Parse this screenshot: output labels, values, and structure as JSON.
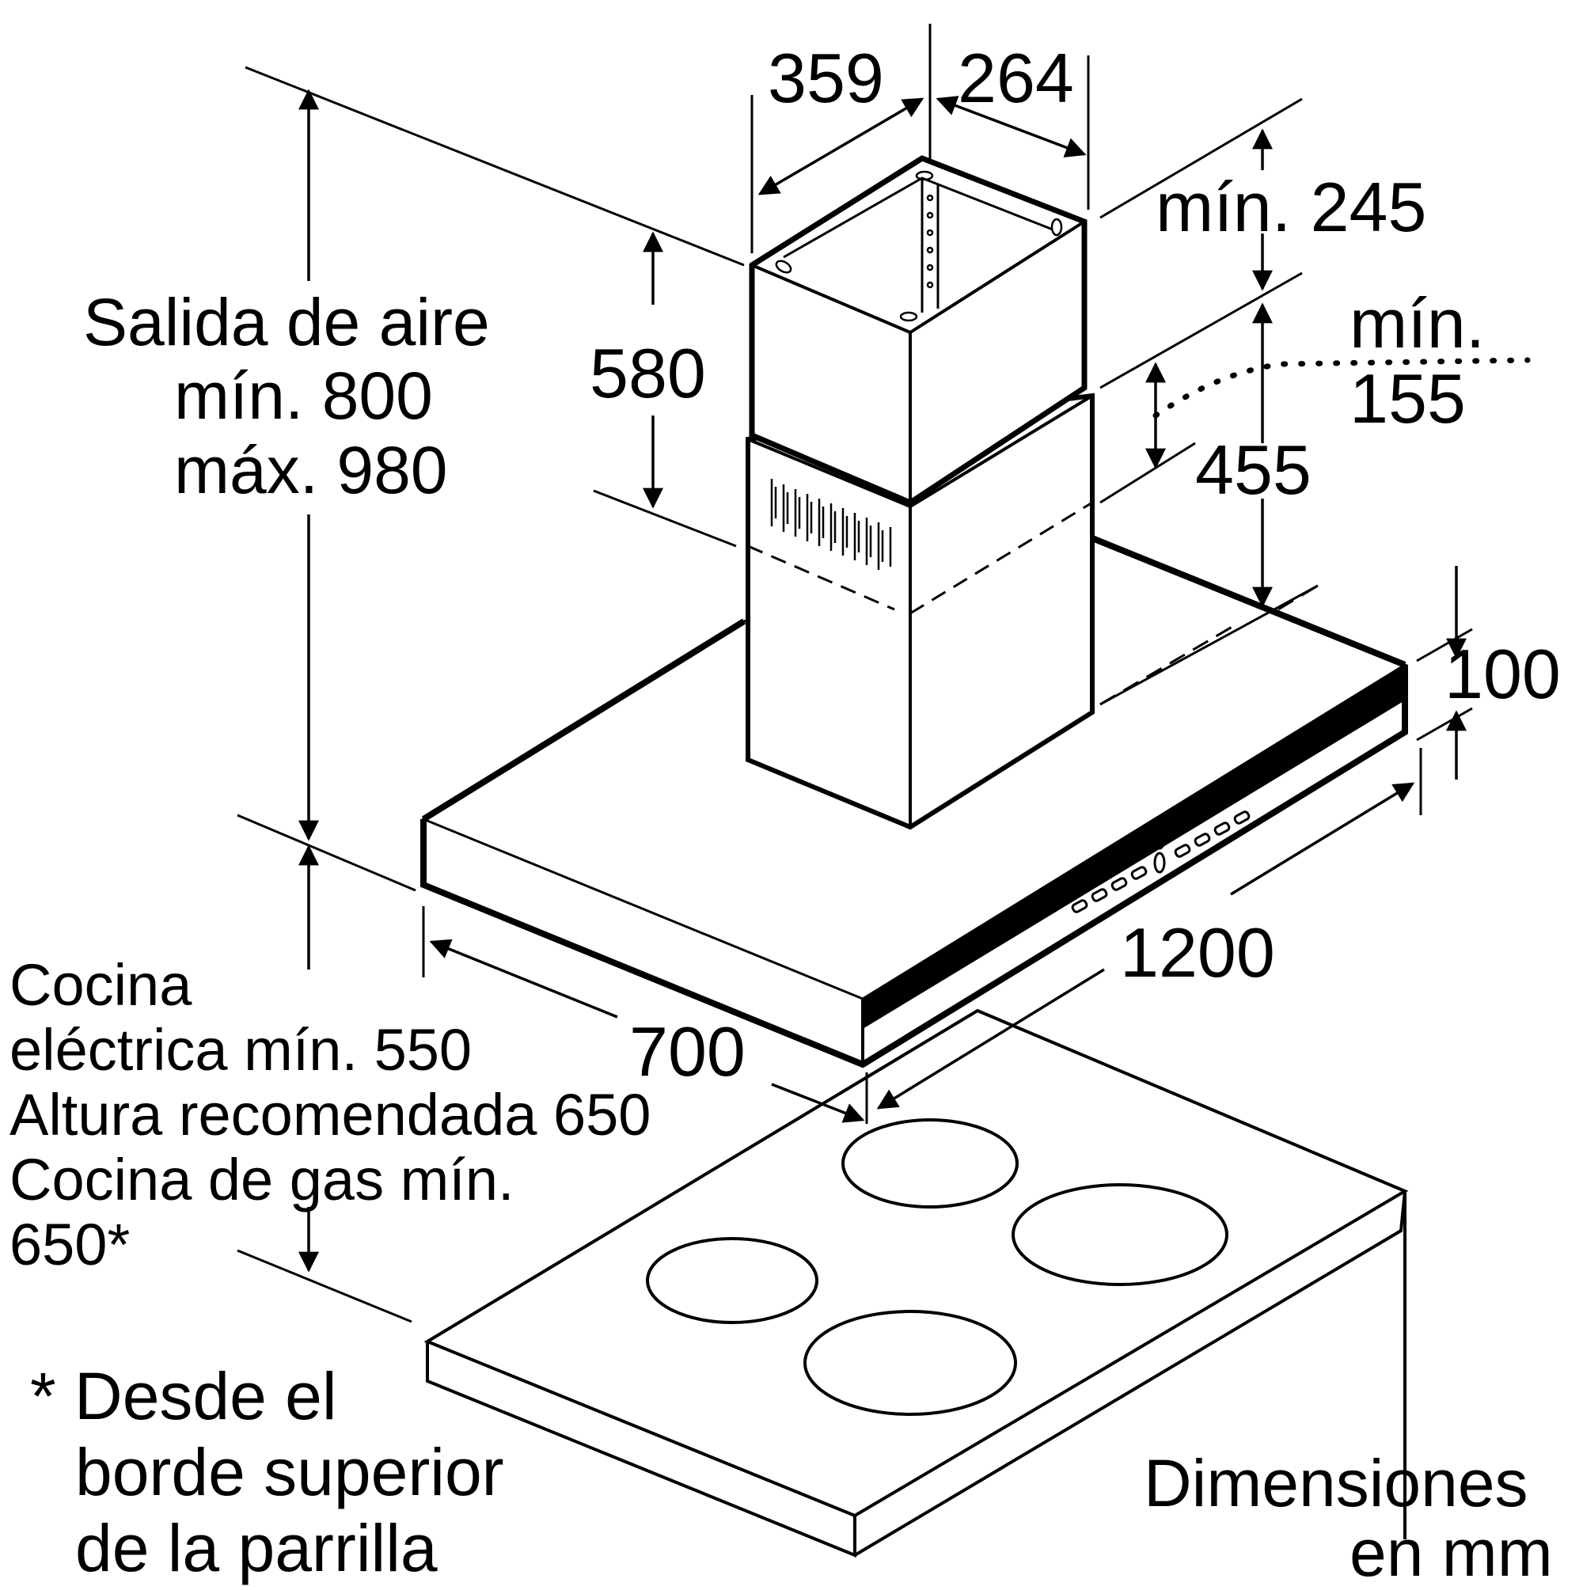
{
  "dimensions": {
    "chimney_depth": "359",
    "chimney_width": "264",
    "upper_chimney_height": "580",
    "gap_min_label": "mín. 245",
    "gap_min2_label_line1": "mín.",
    "gap_min2_label_line2": "155",
    "lower_chimney_height": "455",
    "canopy_height": "100",
    "canopy_width": "1200",
    "canopy_depth": "700"
  },
  "air_outlet": {
    "line1": "Salida de aire",
    "line2": "mín.  800",
    "line3": "máx. 980"
  },
  "cooktop_distance": {
    "line1": "Cocina",
    "line2": "eléctrica mín. 550",
    "line3": "Altura recomendada 650",
    "line4": "Cocina de gas mín.",
    "line5": "650*"
  },
  "footnote": {
    "line1": "* Desde el",
    "line2": "borde superior",
    "line3": "de la parrilla"
  },
  "units_note": {
    "line1": "Dimensiones",
    "line2": "en mm"
  },
  "colors": {
    "ink": "#000000",
    "background": "#ffffff"
  }
}
